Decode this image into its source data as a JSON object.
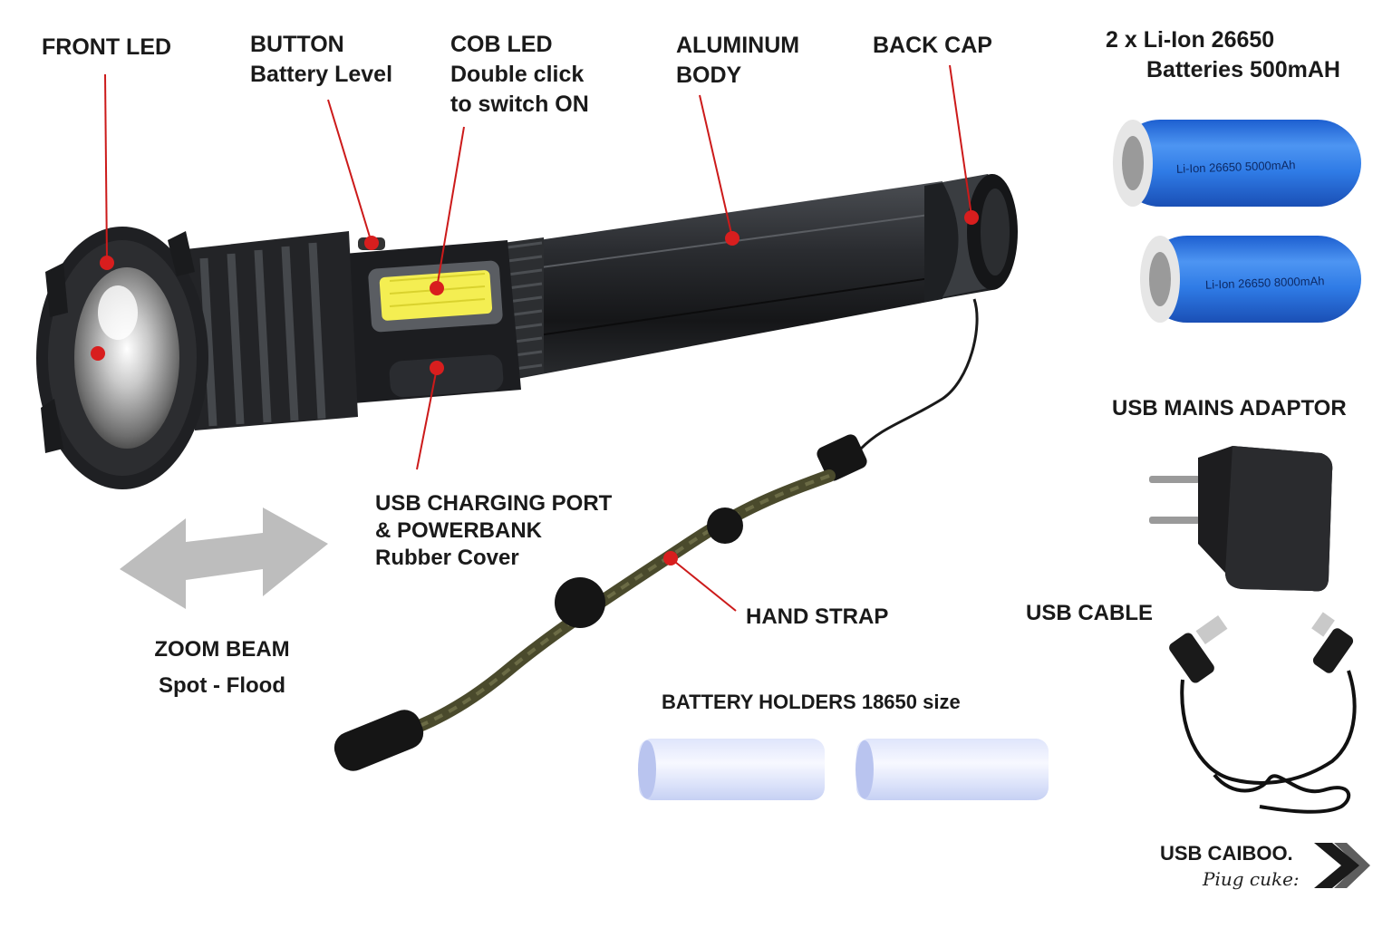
{
  "labels": {
    "front_led": "FRONT LED",
    "button": [
      "BUTTON",
      "Battery Level"
    ],
    "cob_led": [
      "COB LED",
      "Double click",
      "to switch ON"
    ],
    "aluminum_body": [
      "ALUMINUM",
      "BODY"
    ],
    "back_cap": "BACK CAP",
    "batteries": [
      "2 x Li-Ion 26650",
      "Batteries 500mAH"
    ],
    "usb_port": [
      "USB CHARGING PORT",
      "& POWERBANK",
      "Rubber Cover"
    ],
    "zoom_beam": [
      "ZOOM BEAM",
      "Spot - Flood"
    ],
    "hand_strap": "HAND STRAP",
    "usb_mains_adaptor": "USB MAINS ADAPTOR",
    "usb_cable": "USB CABLE",
    "battery_holders": "BATTERY HOLDERS 18650 size",
    "brand": "USB CAIBOO.",
    "brand_sub": "Piug cuke:"
  },
  "battery_1_text": "Li-Ion  26650   5000mAh",
  "battery_2_text": "Li-Ion  26650   8000mAh",
  "colors": {
    "callout": "#cc1a1a",
    "battery_blue": "#2f7be6",
    "body_black": "#1d1f22",
    "arrow_gray": "#bdbdbd",
    "cob_yellow": "#f4ee52",
    "strap_olive": "#4a4a2c"
  }
}
